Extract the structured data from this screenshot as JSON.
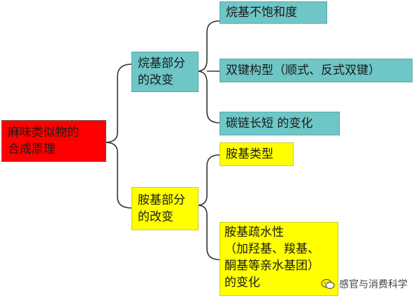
{
  "root": {
    "line1": "麻味类似物的",
    "line2": "合成原理"
  },
  "alkyl": {
    "label_line1": "烷基部分",
    "label_line2": "的改变",
    "items": [
      "烷基不饱和度",
      "双键构型（顺式、反式双键）",
      "碳链长短 的变化"
    ]
  },
  "amine": {
    "label_line1": "胺基部分",
    "label_line2": "的改变",
    "item1": "胺基类型",
    "item2": {
      "line1": "胺基疏水性",
      "line2": "（加羟基、羧基、",
      "line3": "酮基等亲水基团）",
      "line4": "的变化"
    }
  },
  "watermark": {
    "text": "感官与消费科学",
    "icon": "wechat-icon"
  },
  "colors": {
    "root": "#ff0000",
    "alkyl": "#6ec6c6",
    "amine": "#ffff00"
  }
}
